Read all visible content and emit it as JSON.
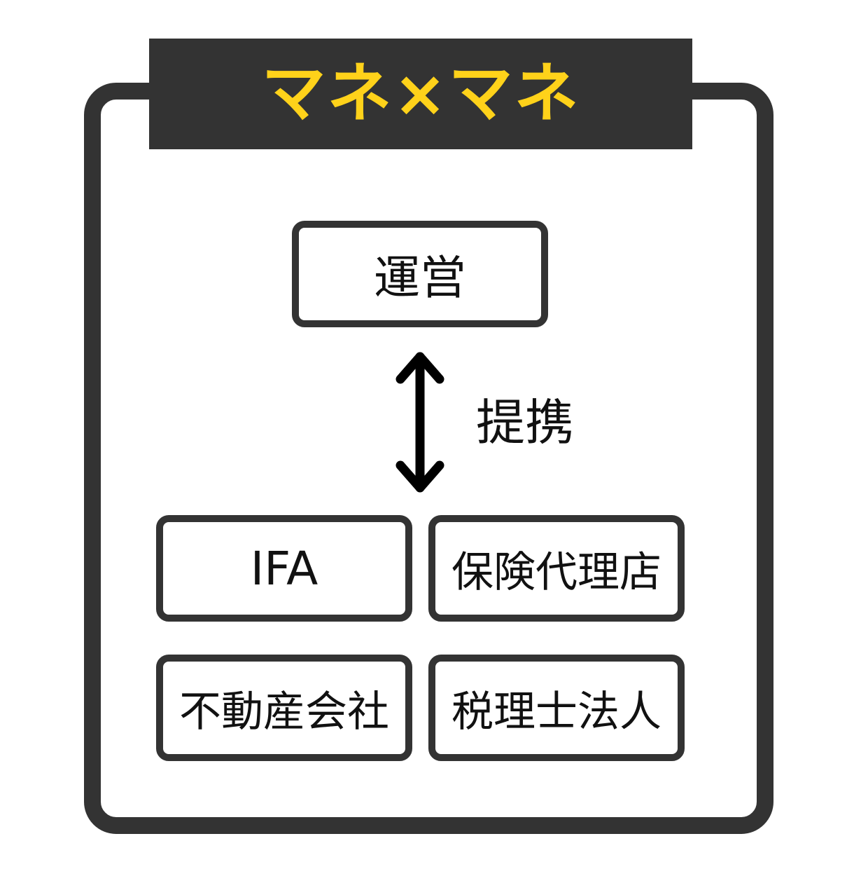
{
  "title": "マネ×マネ",
  "top_node": "運営",
  "link_label": "提携",
  "partners": {
    "ifa": "IFA",
    "insurance_agency": "保険代理店",
    "real_estate_company": "不動産会社",
    "tax_accountant_corp": "税理士法人"
  },
  "colors": {
    "dark": "#333333",
    "accent": "#ffd21a",
    "background": "#ffffff"
  }
}
